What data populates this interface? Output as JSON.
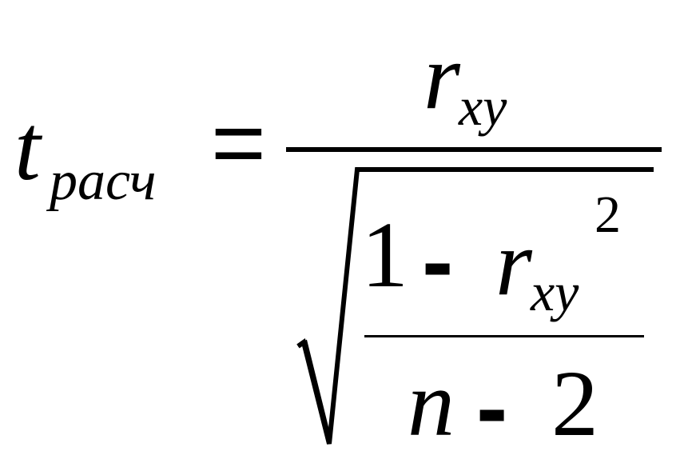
{
  "formula": {
    "lhs": {
      "symbol": "t",
      "subscript": "расч"
    },
    "equals": "=",
    "numerator": {
      "symbol": "r",
      "subscript": "xy"
    },
    "denominator": {
      "radicand": {
        "numerator": {
          "one": "1",
          "minus": "-",
          "symbol": "r",
          "subscript": "xy",
          "exponent": "2"
        },
        "denominator": {
          "symbol": "n",
          "minus": "-",
          "constant": "2"
        }
      }
    }
  }
}
